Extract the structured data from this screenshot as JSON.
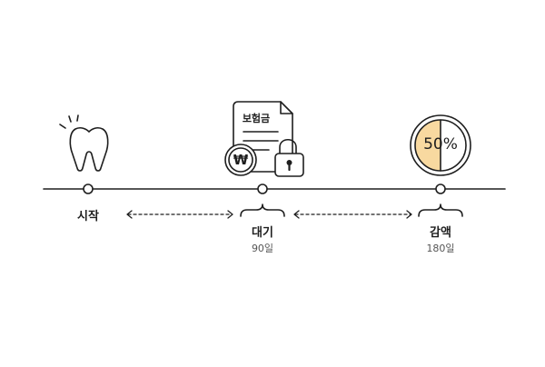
{
  "timeline": {
    "points": [
      {
        "label": "시작",
        "sublabel": ""
      },
      {
        "label": "대기",
        "sublabel": "90일"
      },
      {
        "label": "감액",
        "sublabel": "180일"
      }
    ]
  },
  "document": {
    "title": "보험금",
    "currency_symbol": "₩"
  },
  "reduction": {
    "percent_label": "50%",
    "fraction": 0.5
  },
  "icons": [
    "tooth-icon",
    "insurance-document-icon",
    "won-coin-icon",
    "padlock-icon",
    "half-pie-icon"
  ],
  "colors": {
    "stroke": "#1e1e1e",
    "accent_fill": "#f8d9a0",
    "background": "#ffffff"
  }
}
